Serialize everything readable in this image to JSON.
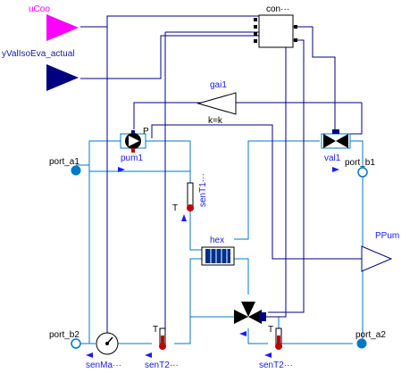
{
  "inputs": {
    "ucoo": "uCoo",
    "yvaliso": "yValIsoEva_actual"
  },
  "blocks": {
    "con": "con···",
    "gai1": "gai1",
    "gai_param": "k=k",
    "pum1": "pum1",
    "pum_p": "P",
    "val1": "val1",
    "hex": "hex",
    "sent1": "senT1···",
    "t_top": "T",
    "t_mid": "T",
    "t_right": "T",
    "senma": "senMa···",
    "sent2a": "senT2···",
    "sent2b": "senT2···"
  },
  "ports": {
    "a1": "port_a1",
    "b1": "port_b1",
    "b2": "port_b2",
    "a2": "port_a2"
  },
  "outputs": {
    "ppum": "PPum"
  },
  "colors": {
    "fluid": "#0078c8",
    "control": "#000080",
    "signal_magenta": "#ff00ff",
    "text_blue": "#1a1aff"
  }
}
